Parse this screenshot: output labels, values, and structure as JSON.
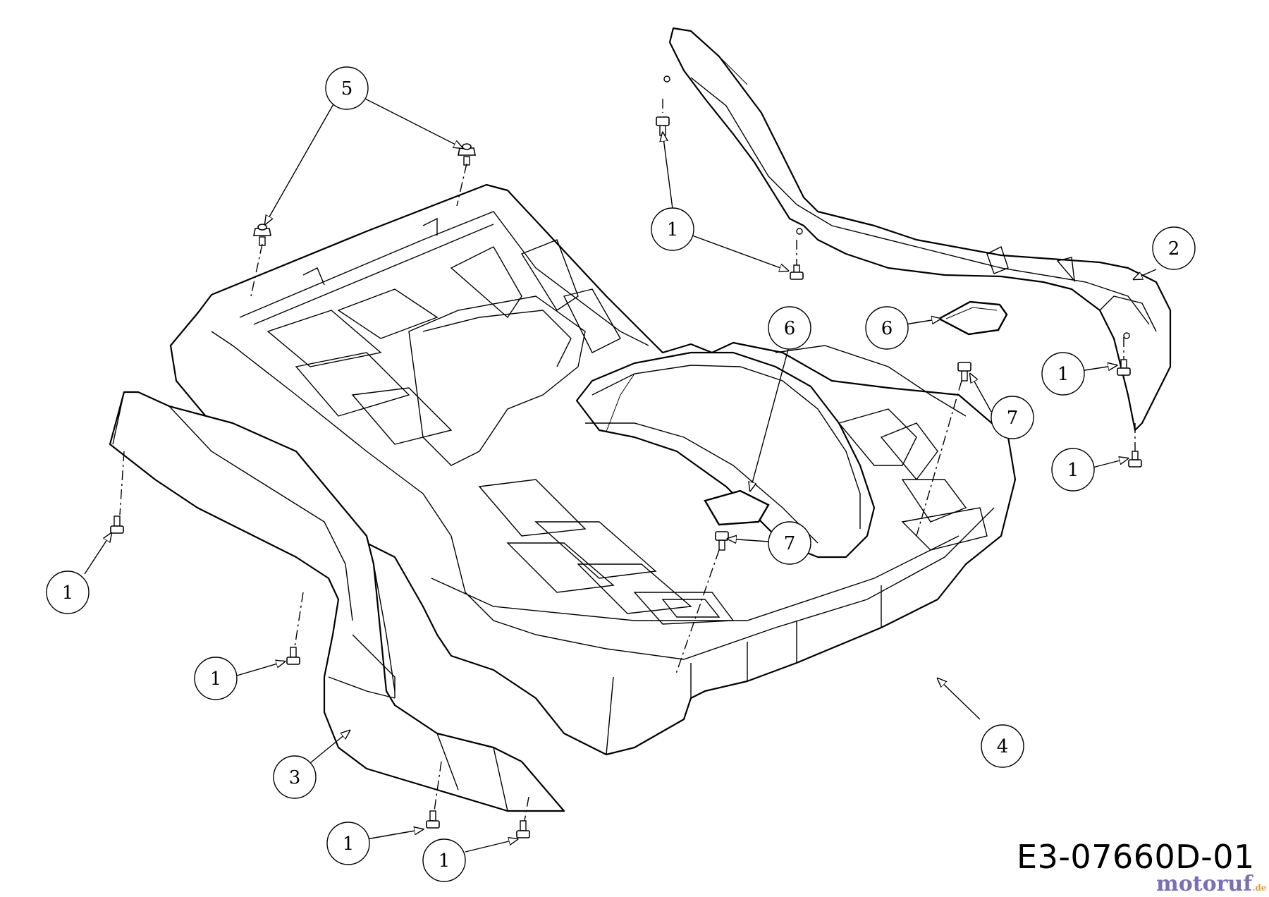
{
  "diagram": {
    "drawing_code": "E3-07660D-01",
    "watermark": {
      "brand": "motoruf",
      "tld": ".de"
    },
    "callouts": [
      {
        "id": "c5",
        "label": "5"
      },
      {
        "id": "c1a",
        "label": "1"
      },
      {
        "id": "c2",
        "label": "2"
      },
      {
        "id": "c6a",
        "label": "6"
      },
      {
        "id": "c6b",
        "label": "6"
      },
      {
        "id": "c1b",
        "label": "1"
      },
      {
        "id": "c7a",
        "label": "7"
      },
      {
        "id": "c1c",
        "label": "1"
      },
      {
        "id": "c7b",
        "label": "7"
      },
      {
        "id": "c1d",
        "label": "1"
      },
      {
        "id": "c1e",
        "label": "1"
      },
      {
        "id": "c3",
        "label": "3"
      },
      {
        "id": "c4",
        "label": "4"
      },
      {
        "id": "c1f",
        "label": "1"
      },
      {
        "id": "c1g",
        "label": "1"
      }
    ]
  }
}
